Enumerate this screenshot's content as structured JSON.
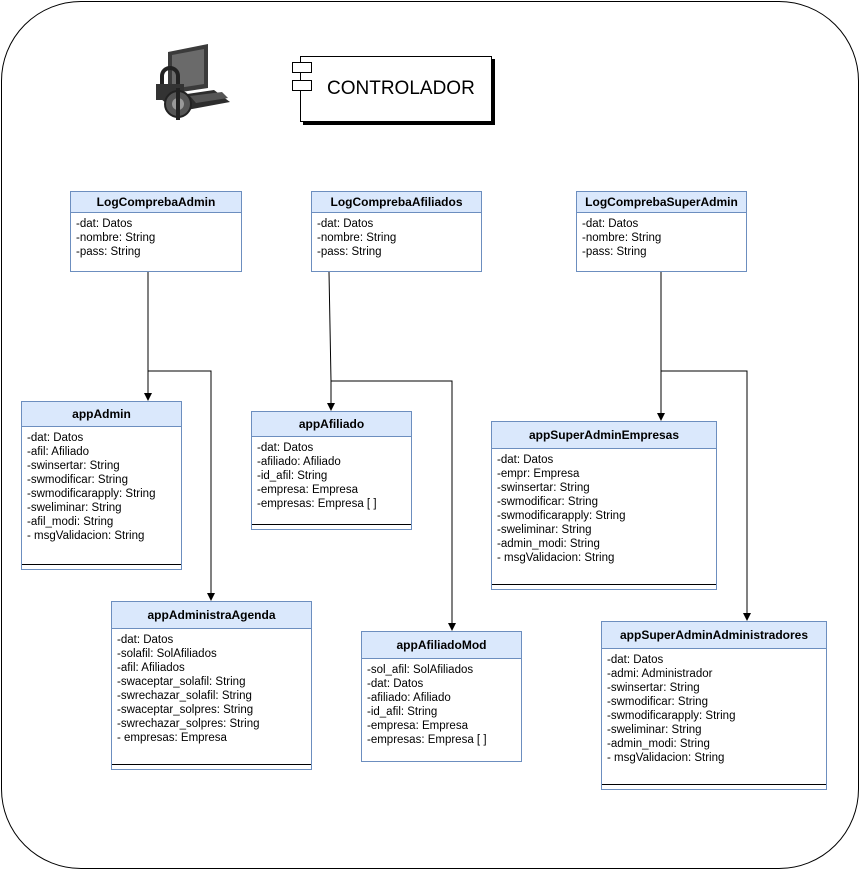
{
  "component": {
    "label": "CONTROLADOR"
  },
  "icons": {
    "computer": "computer-lock-icon",
    "component": "uml-component-icon"
  },
  "colors": {
    "class_header_fill": "#dae8fc",
    "class_border": "#6c8ebf",
    "line": "#000000"
  },
  "classes": {
    "log_admin": {
      "name": "LogComprebaAdmin",
      "attrs": [
        "-dat: Datos",
        "-nombre: String",
        "-pass: String"
      ]
    },
    "log_afiliados": {
      "name": "LogComprebaAfiliados",
      "attrs": [
        "-dat: Datos",
        "-nombre: String",
        "-pass: String"
      ]
    },
    "log_superadmin": {
      "name": "LogComprebaSuperAdmin",
      "attrs": [
        "-dat: Datos",
        "-nombre: String",
        "-pass: String"
      ]
    },
    "app_admin": {
      "name": "appAdmin",
      "attrs": [
        "-dat: Datos",
        "-afil: Afiliado",
        "-swinsertar: String",
        "-swmodificar: String",
        "-swmodificarapply: String",
        "-sweliminar: String",
        "-afil_modi: String",
        "- msgValidacion: String"
      ]
    },
    "app_afiliado": {
      "name": "appAfiliado",
      "attrs": [
        "-dat: Datos",
        "-afiliado: Afiliado",
        "-id_afil: String",
        "-empresa: Empresa",
        "-empresas: Empresa [ ]"
      ]
    },
    "app_superadmin_empresas": {
      "name": "appSuperAdminEmpresas",
      "attrs": [
        "-dat: Datos",
        "-empr: Empresa",
        "-swinsertar: String",
        "-swmodificar: String",
        "-swmodificarapply: String",
        "-sweliminar: String",
        "-admin_modi: String",
        "- msgValidacion: String"
      ]
    },
    "app_administra_agenda": {
      "name": "appAdministraAgenda",
      "attrs": [
        "-dat: Datos",
        "-solafil: SolAfiliados",
        "-afil: Afiliados",
        "-swaceptar_solafil: String",
        "-swrechazar_solafil: String",
        "-swaceptar_solpres: String",
        "-swrechazar_solpres: String",
        "- empresas: Empresa"
      ]
    },
    "app_afiliado_mod": {
      "name": "appAfiliadoMod",
      "attrs": [
        "-sol_afil: SolAfiliados",
        "-dat: Datos",
        "-afiliado: Afiliado",
        "-id_afil: String",
        "-empresa: Empresa",
        "-empresas: Empresa [ ]"
      ]
    },
    "app_superadmin_administradores": {
      "name": "appSuperAdminAdministradores",
      "attrs": [
        "-dat: Datos",
        "-admi: Administrador",
        "-swinsertar: String",
        "-swmodificar: String",
        "-swmodificarapply: String",
        "-sweliminar: String",
        "-admin_modi: String",
        "- msgValidacion: String"
      ]
    }
  }
}
